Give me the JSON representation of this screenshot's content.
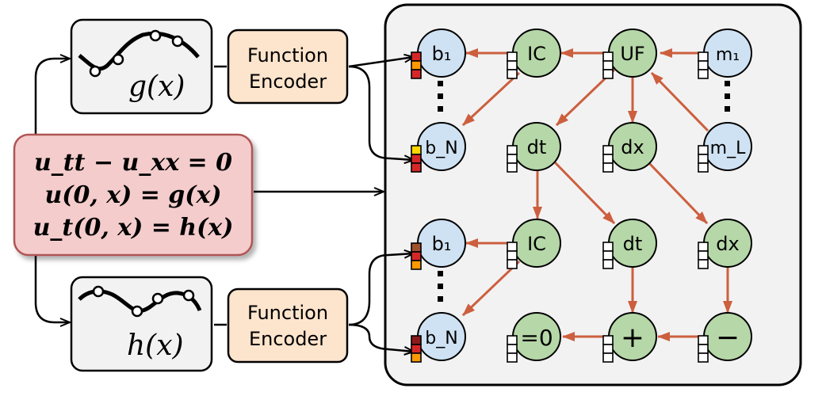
{
  "equations": {
    "line1": "u_tt − u_xx = 0",
    "line2": "u(0, x) = g(x)",
    "line3": "u_t(0, x) = h(x)"
  },
  "functions": {
    "g_label": "g(x)",
    "h_label": "h(x)"
  },
  "encoders": {
    "top_line1": "Function",
    "top_line2": "Encoder",
    "bottom_line1": "Function",
    "bottom_line2": "Encoder"
  },
  "graph": {
    "upper": {
      "b_first": "b₁",
      "b_last": "b_N",
      "ic": "IC",
      "uf": "UF",
      "m_first": "m₁",
      "m_last": "m_L",
      "dt": "dt",
      "dx": "dx"
    },
    "lower": {
      "b_first": "b₁",
      "b_last": "b_N",
      "ic": "IC",
      "dt": "dt",
      "dx": "dx",
      "eq0": "=0",
      "plus": "+",
      "minus": "−"
    }
  },
  "colors": {
    "blue_node": "#cfe2f3",
    "green_node": "#b6d7a8",
    "edge": "#cc5f3e",
    "equation_box": "#f4cccc",
    "encoder_box": "#fde4cc",
    "panel": "#f2f2f2"
  }
}
